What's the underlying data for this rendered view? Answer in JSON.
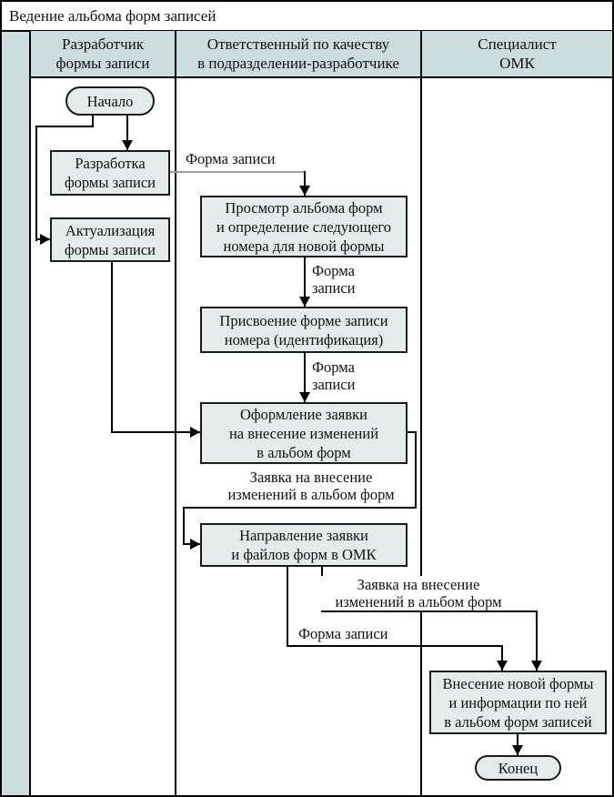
{
  "title": "Ведение альбома форм записей",
  "lanes": {
    "developer": "Разработчик\nформы записи",
    "quality": "Ответственный по качеству\nв подразделении-разработчике",
    "omk": "Специалист\nОМК"
  },
  "nodes": {
    "start": "Начало",
    "develop": "Разработка\nформы записи",
    "update": "Актуализация\nформы записи",
    "review": "Просмотр альбома форм\nи определение следующего\nномера для новой формы",
    "assign": "Присвоение форме записи\nномера (идентификация)",
    "request": "Оформление заявки\nна внесение изменений\nв альбом форм",
    "send": "Направление заявки\nи файлов форм в ОМК",
    "insert": "Внесение новой формы\nи информации по ней\nв альбом форм записей",
    "end": "Конец"
  },
  "edge_labels": {
    "form1": "Форма записи",
    "form2": "Форма\nзаписи",
    "form3": "Форма\nзаписи",
    "request1": "Заявка на внесение\nизменений в альбом форм",
    "request2": "Заявка на внесение\nизменений в альбом форм",
    "form4": "Форма записи"
  },
  "colors": {
    "lane_fill": "#cddcde",
    "node_fill": "#e3eceb",
    "line": "#000000",
    "gray_line": "#a0a0a0"
  }
}
